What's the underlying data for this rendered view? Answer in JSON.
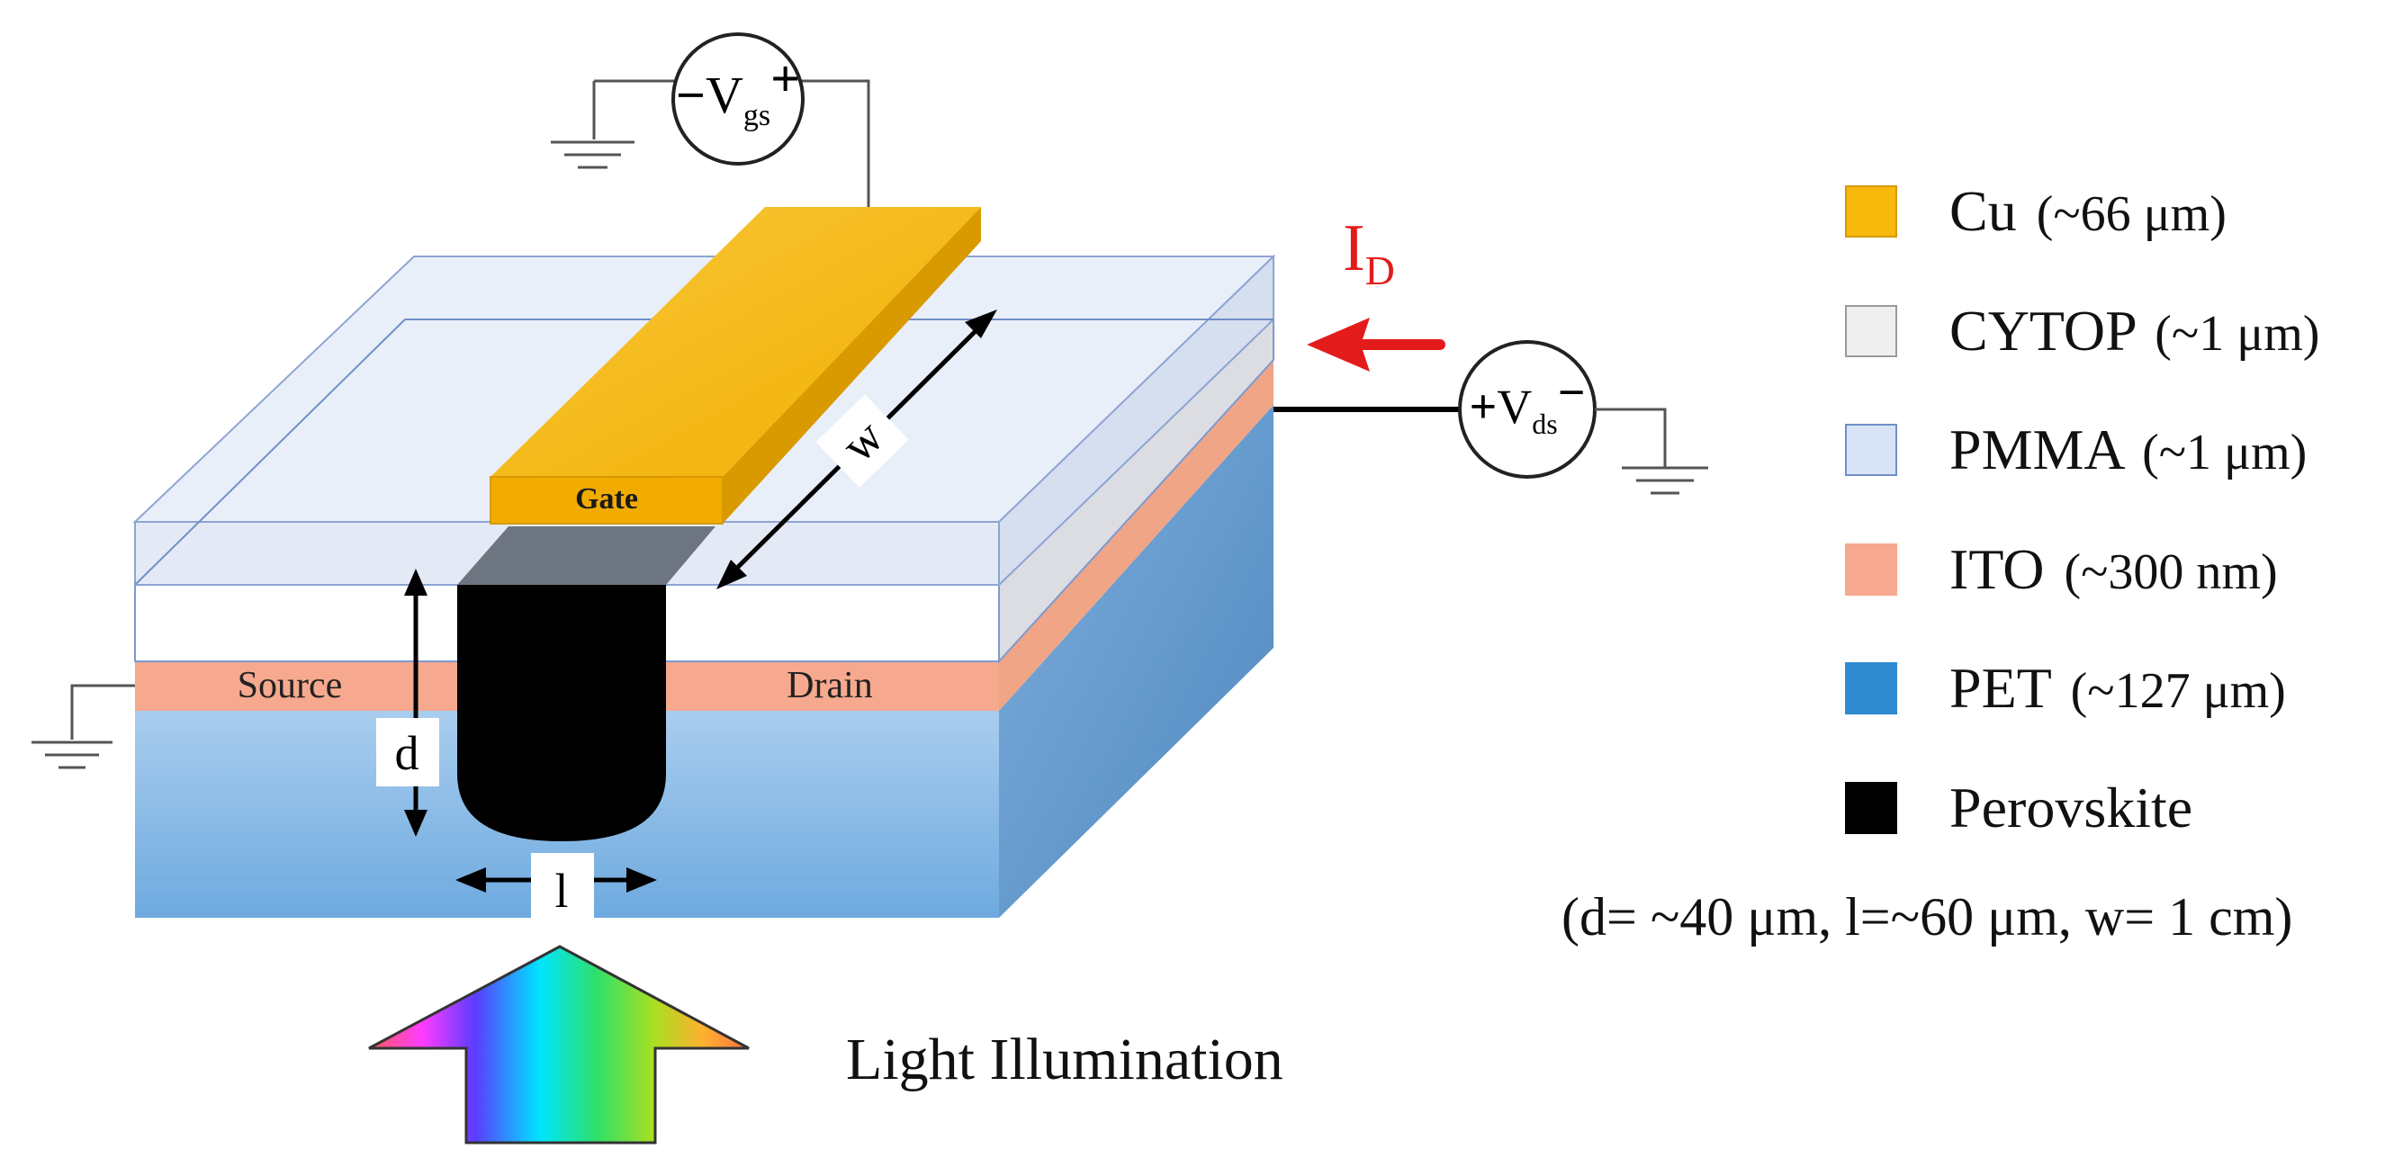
{
  "device": {
    "gate_label": "Gate",
    "source_label": "Source",
    "drain_label": "Drain",
    "dim_d": "d",
    "dim_l": "l",
    "dim_w": "w"
  },
  "circuit": {
    "vgs": {
      "minus": "−",
      "main": "V",
      "sub": "gs",
      "plus": "+"
    },
    "vds": {
      "plus": "+",
      "main": "V",
      "sub": "ds",
      "minus": "−"
    },
    "current": {
      "main": "I",
      "sub": "D"
    }
  },
  "legend": {
    "items": [
      {
        "name": "Cu",
        "annotation": "(~66 μm)",
        "color": "#f7b90c",
        "border": "#d79a00"
      },
      {
        "name": "CYTOP",
        "annotation": "(~1 μm)",
        "color": "#efefef",
        "border": "#9a9a9a"
      },
      {
        "name": "PMMA",
        "annotation": "(~1 μm)",
        "color": "#d7e3f6",
        "border": "#6f8fc7"
      },
      {
        "name": "ITO",
        "annotation": "(~300 nm)",
        "color": "#f6a98e",
        "border": "#f6a98e"
      },
      {
        "name": "PET",
        "annotation": "(~127 μm)",
        "color": "#2f8bd0",
        "border": "#2f8bd0"
      },
      {
        "name": "Perovskite",
        "annotation": "",
        "color": "#000000",
        "border": "#000000"
      }
    ],
    "note": "(d= ~40 μm, l=~60 μm, w= 1 cm)"
  },
  "illumination": {
    "label": "Light Illumination"
  },
  "colors": {
    "gate": "#f7b90c",
    "ito": "#f6a98e",
    "pet": "#7fb3e3",
    "current_arrow": "#e31b1b"
  }
}
